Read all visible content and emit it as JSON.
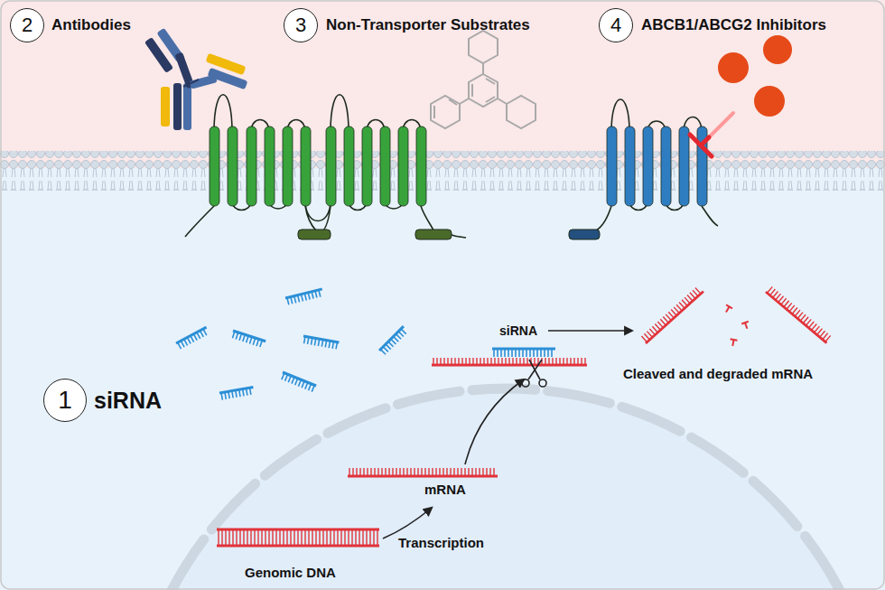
{
  "diagram": {
    "nodes": [
      {
        "text": [
          "2"
        ]
      },
      {
        "text": [
          "3"
        ]
      },
      {
        "text": [
          "4"
        ]
      },
      {
        "text": [
          "1"
        ]
      }
    ],
    "labels": [
      "Antibodies",
      "Non-Transporter Substrates",
      "ABCB1/ABCG2 Inhibitors",
      "siRNA",
      "siRNA",
      "Cleaved and degraded mRNA",
      "mRNA",
      "Transcription",
      "Genomic DNA"
    ]
  }
}
